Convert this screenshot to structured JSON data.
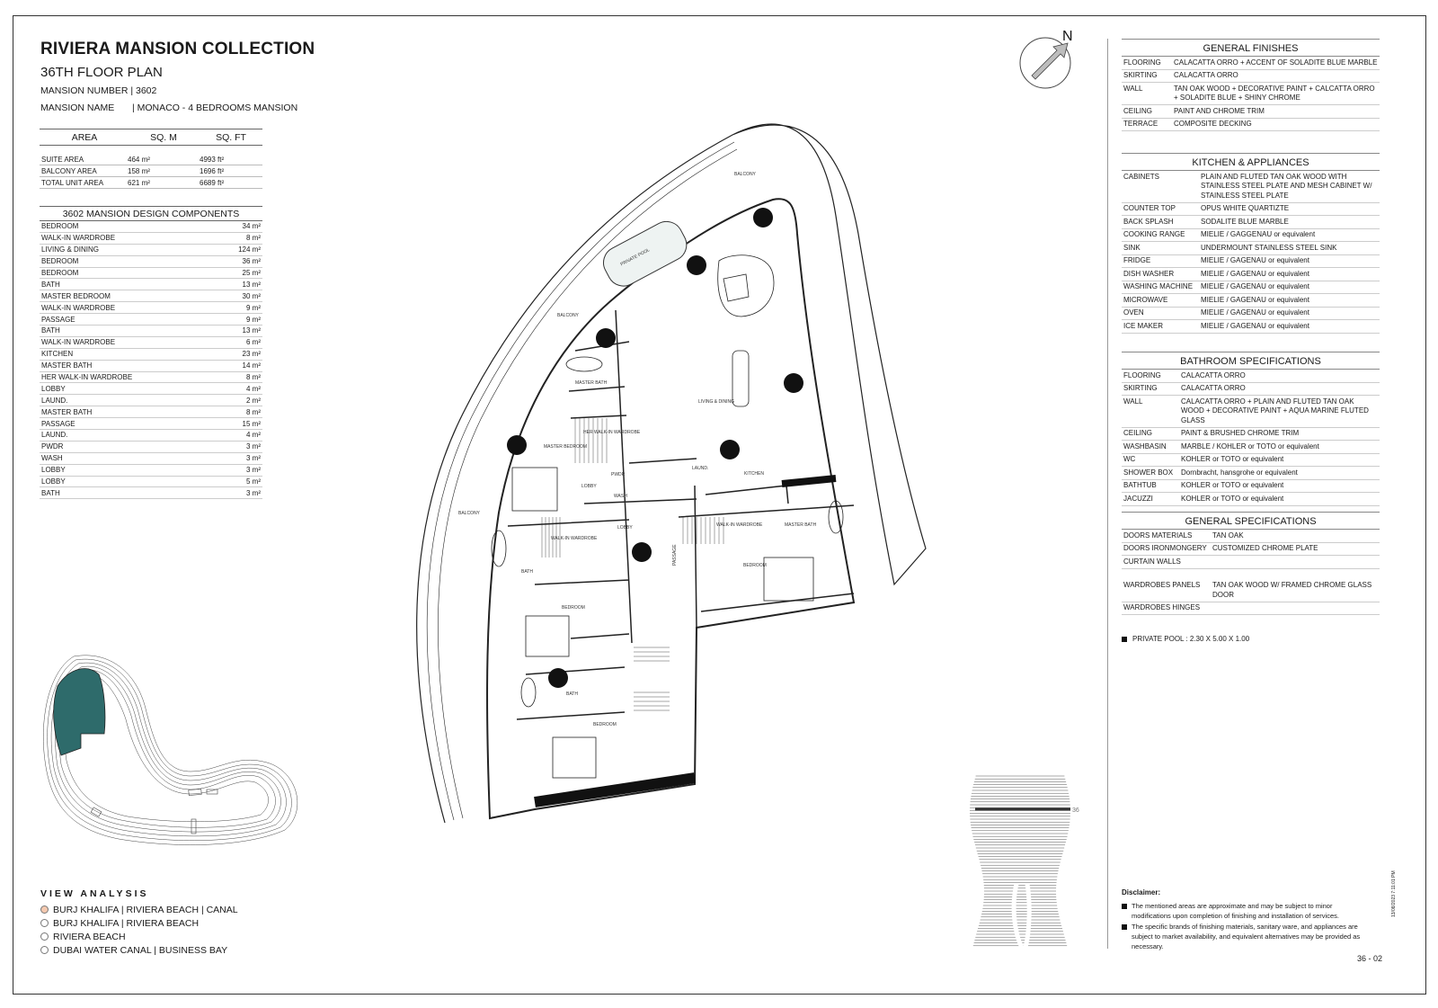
{
  "header": {
    "title": "RIVIERA MANSION COLLECTION",
    "floor": "36TH FLOOR PLAN",
    "mansion_number": "MANSION NUMBER | 3602",
    "mansion_name_label": "MANSION NAME",
    "mansion_name_value": "| MONACO - 4 BEDROOMS MANSION"
  },
  "area_table": {
    "headers": [
      "AREA",
      "SQ. M",
      "SQ. FT"
    ],
    "rows": [
      [
        "SUITE AREA",
        "464 m²",
        "4993 ft²"
      ],
      [
        "BALCONY AREA",
        "158 m²",
        "1696 ft²"
      ],
      [
        "TOTAL UNIT AREA",
        "621 m²",
        "6689 ft²"
      ]
    ]
  },
  "components": {
    "title": "3602 MANSION DESIGN COMPONENTS",
    "rows": [
      [
        "BEDROOM",
        "34 m²"
      ],
      [
        "WALK-IN WARDROBE",
        "8 m²"
      ],
      [
        "LIVING & DINING",
        "124 m²"
      ],
      [
        "BEDROOM",
        "36 m²"
      ],
      [
        "BEDROOM",
        "25 m²"
      ],
      [
        "BATH",
        "13 m²"
      ],
      [
        "MASTER BEDROOM",
        "30 m²"
      ],
      [
        "WALK-IN WARDROBE",
        "9 m²"
      ],
      [
        "PASSAGE",
        "9 m²"
      ],
      [
        "BATH",
        "13 m²"
      ],
      [
        "WALK-IN WARDROBE",
        "6 m²"
      ],
      [
        "KITCHEN",
        "23 m²"
      ],
      [
        "MASTER BATH",
        "14 m²"
      ],
      [
        "HER WALK-IN WARDROBE",
        "8 m²"
      ],
      [
        "LOBBY",
        "4 m²"
      ],
      [
        "LAUND.",
        "2 m²"
      ],
      [
        "MASTER BATH",
        "8 m²"
      ],
      [
        "PASSAGE",
        "15 m²"
      ],
      [
        "LAUND.",
        "4 m²"
      ],
      [
        "PWDR",
        "3 m²"
      ],
      [
        "WASH",
        "3 m²"
      ],
      [
        "LOBBY",
        "3 m²"
      ],
      [
        "LOBBY",
        "5 m²"
      ],
      [
        "BATH",
        "3 m²"
      ]
    ]
  },
  "view_analysis": {
    "title": "VIEW ANALYSIS",
    "items": [
      {
        "label": "BURJ KHALIFA | RIVIERA BEACH | CANAL",
        "color": "#f4c9b0"
      },
      {
        "label": "BURJ KHALIFA | RIVIERA BEACH",
        "color": "#ffffff"
      },
      {
        "label": "RIVIERA BEACH",
        "color": "#ffffff"
      },
      {
        "label": "DUBAI WATER CANAL | BUSINESS BAY",
        "color": "#ffffff"
      }
    ]
  },
  "north_label": "N",
  "plan_labels": {
    "balcony": "BALCONY",
    "pool": "PRIVATE POOL",
    "living": "LIVING & DINING",
    "kitchen": "KITCHEN",
    "master_bedroom": "MASTER BEDROOM",
    "master_bath": "MASTER BATH",
    "her_walkin": "HER WALK-IN WARDROBE",
    "walkin": "WALK-IN WARDROBE",
    "bedroom": "BEDROOM",
    "bath": "BATH",
    "lobby": "LOBBY",
    "wash": "WASH",
    "pwdr": "PWDR",
    "laund": "LAUND.",
    "passage": "PASSAGE"
  },
  "general_finishes": {
    "title": "GENERAL FINISHES",
    "rows": [
      [
        "FLOORING",
        "CALACATTA ORRO + ACCENT OF SOLADITE BLUE MARBLE"
      ],
      [
        "SKIRTING",
        "CALACATTA ORRO"
      ],
      [
        "WALL",
        "TAN OAK WOOD + DECORATIVE PAINT + CALCATTA ORRO + SOLADITE BLUE + SHINY CHROME"
      ],
      [
        "CEILING",
        "PAINT AND CHROME TRIM"
      ],
      [
        "TERRACE",
        "COMPOSITE DECKING"
      ]
    ]
  },
  "kitchen": {
    "title": "KITCHEN & APPLIANCES",
    "rows": [
      [
        "CABINETS",
        "PLAIN AND FLUTED TAN OAK WOOD WITH STAINLESS STEEL PLATE AND MESH CABINET W/ STAINLESS STEEL PLATE"
      ],
      [
        "COUNTER TOP",
        "OPUS WHITE QUARTIZTE"
      ],
      [
        "BACK SPLASH",
        "SODALITE BLUE MARBLE"
      ],
      [
        "COOKING RANGE",
        "MIELIE / GAGGENAU or equivalent"
      ],
      [
        "SINK",
        "UNDERMOUNT STAINLESS STEEL SINK"
      ],
      [
        "FRIDGE",
        "MIELIE / GAGENAU or equivalent"
      ],
      [
        "DISH WASHER",
        "MIELIE / GAGENAU or equivalent"
      ],
      [
        "WASHING MACHINE",
        "MIELIE / GAGENAU or equivalent"
      ],
      [
        "MICROWAVE",
        "MIELIE / GAGENAU or equivalent"
      ],
      [
        "OVEN",
        "MIELIE / GAGENAU or equivalent"
      ],
      [
        "ICE MAKER",
        "MIELIE / GAGENAU or equivalent"
      ]
    ]
  },
  "bathroom": {
    "title": "BATHROOM SPECIFICATIONS",
    "rows": [
      [
        "FLOORING",
        "CALACATTA ORRO"
      ],
      [
        "SKIRTING",
        "CALACATTA ORRO"
      ],
      [
        "WALL",
        "CALACATTA ORRO + PLAIN AND FLUTED TAN OAK WOOD + DECORATIVE PAINT + AQUA MARINE FLUTED GLASS"
      ],
      [
        "CEILING",
        "PAINT & BRUSHED CHROME TRIM"
      ],
      [
        "WASHBASIN",
        "MARBLE / KOHLER or TOTO or equivalent"
      ],
      [
        "WC",
        "KOHLER or TOTO or equivalent"
      ],
      [
        "SHOWER BOX",
        "Dornbracht, hansgrohe or equivalent"
      ],
      [
        "BATHTUB",
        "KOHLER or TOTO or equivalent"
      ],
      [
        "JACUZZI",
        "KOHLER or TOTO or equivalent"
      ]
    ]
  },
  "general_specs": {
    "title": "GENERAL SPECIFICATIONS",
    "rows": [
      [
        "DOORS MATERIALS",
        "TAN OAK"
      ],
      [
        "DOORS IRONMONGERY",
        "CUSTOMIZED CHROME PLATE"
      ],
      [
        "CURTAIN WALLS",
        ""
      ],
      [
        "WARDROBES PANELS",
        "TAN OAK WOOD W/ FRAMED CHROME GLASS DOOR"
      ],
      [
        "WARDROBES HINGES",
        ""
      ]
    ]
  },
  "pool_note": "PRIVATE POOL : 2.30 X 5.00 X 1.00",
  "tower_floor": "36",
  "disclaimer": {
    "title": "Disclaimer:",
    "items": [
      "The mentioned areas are approximate and may be subject to minor modifications upon completion of finishing and installation of services.",
      "The specific brands of finishing materials, sanitary ware, and appliances are subject to market availability, and equivalent alternatives may be provided as necessary."
    ]
  },
  "sheet_number": "36 - 02",
  "date_stamp": "13/08/2023 7:11:01 PM",
  "colors": {
    "key_highlight": "#2e6b6b",
    "view_dot_primary": "#f4c9b0"
  }
}
